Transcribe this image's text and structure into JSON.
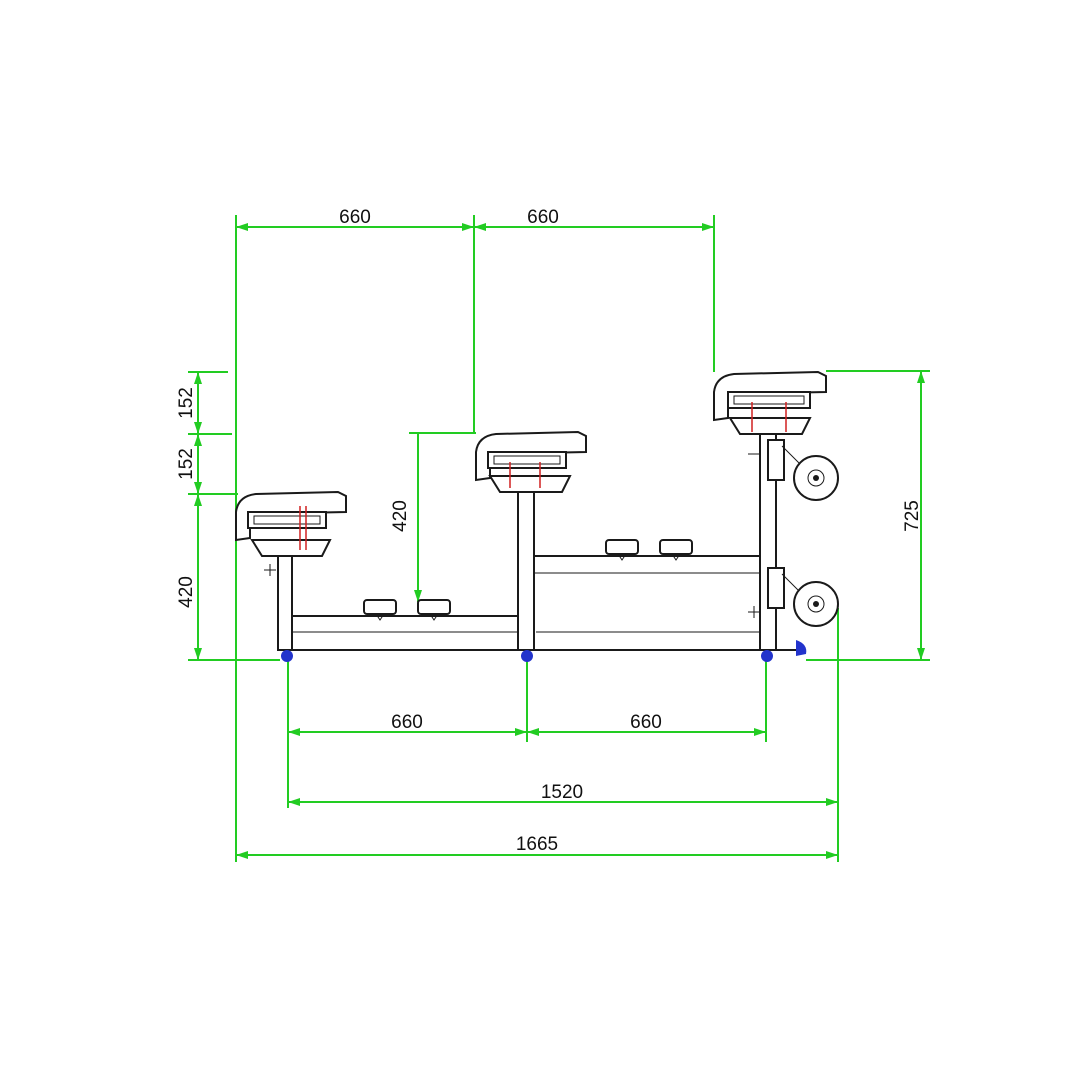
{
  "colors": {
    "dimension": "#22cc22",
    "text": "#111111",
    "frame": "#1a1a1a",
    "foot": "#2233cc",
    "accent": "#d02020",
    "background": "#ffffff"
  },
  "dimensions": {
    "top_left_spacing": "660",
    "top_right_spacing": "660",
    "left_upper_step": "152",
    "left_lower_step": "152",
    "left_base_height": "420",
    "middle_height": "420",
    "overall_height": "725",
    "bottom_left_spacing": "660",
    "bottom_right_spacing": "660",
    "wheelbase_length": "1520",
    "overall_length": "1665"
  }
}
